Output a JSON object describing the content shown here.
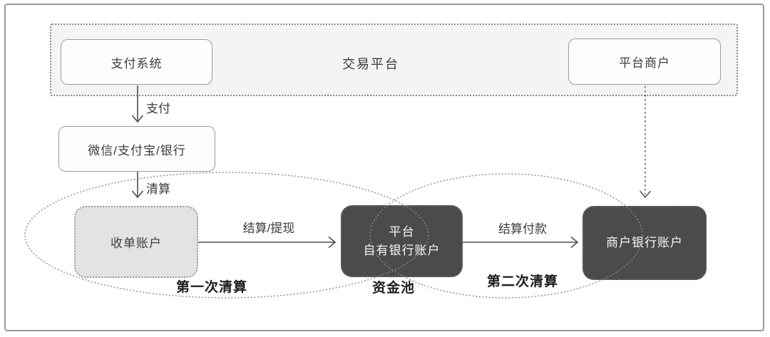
{
  "diagram": {
    "container_label": "交易平台",
    "nodes": {
      "payment_system": "支付系统",
      "platform_merchant": "平台商户",
      "channels": "微信/支付宝/银行",
      "acquiring_account": "收单账户",
      "platform_bank_line1": "平台",
      "platform_bank_line2": "自有银行账户",
      "merchant_bank": "商户银行账户"
    },
    "edge_labels": {
      "pay": "支付",
      "clearing": "清算",
      "settle_withdraw": "结算/提现",
      "settle_payment": "结算付款"
    },
    "region_labels": {
      "first_clearing": "第一次清算",
      "capital_pool": "资金池",
      "second_clearing": "第二次清算"
    },
    "colors": {
      "dark_node_fill": "#4b4b4b",
      "gray_node_fill": "#e3e3e3",
      "container_fill": "#f4f4f4",
      "line_stroke": "#4e4e4e",
      "dotted_stroke": "#8c8c8c",
      "frame_border": "#9a9a9a"
    }
  }
}
